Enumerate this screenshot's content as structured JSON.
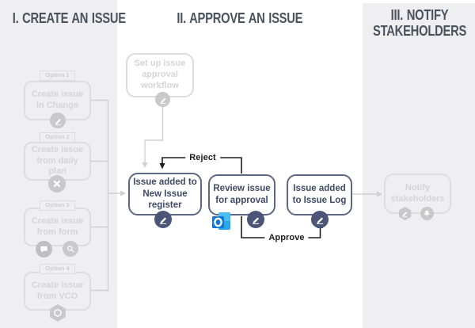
{
  "colors": {
    "panel_bg": "#efeff1",
    "header_text": "#4a535d",
    "active_border": "#5d6887",
    "active_text": "#3e4a66",
    "badge_slate": "#4b5578",
    "muted_border": "#dddddf",
    "muted_text": "#d5d5d8",
    "muted_tag_text": "#cfcfd3",
    "muted_badge": "#c9c9cc",
    "muted_badge_dark": "#bfbfc3",
    "line_gray": "#d0d0d3",
    "line_black": "#1d1d1d",
    "outlook_blue": "#0f78d4",
    "outlook_light": "#28a8ea"
  },
  "sections": {
    "create": {
      "title": "I. CREATE AN ISSUE"
    },
    "approve": {
      "title": "II. APPROVE AN ISSUE"
    },
    "notify": {
      "title": "III. NOTIFY STAKEHOLDERS"
    }
  },
  "create_options": [
    {
      "tag": "Option 1",
      "label": "Create issue in Change",
      "icons": [
        "pen-icon"
      ]
    },
    {
      "tag": "Option 2",
      "label": "Create issue from daily plan",
      "icons": [
        "crossed-tools-icon"
      ]
    },
    {
      "tag": "Option 3",
      "label": "Create issue from form",
      "icons": [
        "form-bubble-icon",
        "magnifier-icon"
      ]
    },
    {
      "tag": "Option 4",
      "label": "Create issue from VCO",
      "icons": [
        "hexagon-vco-icon"
      ]
    }
  ],
  "approve_steps": {
    "setup": "Set up issue approval workflow",
    "register": "Issue added to New Issue register",
    "review": "Review issue for approval",
    "log": "Issue added to Issue Log"
  },
  "notify_step": {
    "label": "Notify stakeholders",
    "icons": [
      "pen-icon",
      "bell-icon"
    ]
  },
  "connectors": {
    "reject": "Reject",
    "approve": "Approve"
  }
}
